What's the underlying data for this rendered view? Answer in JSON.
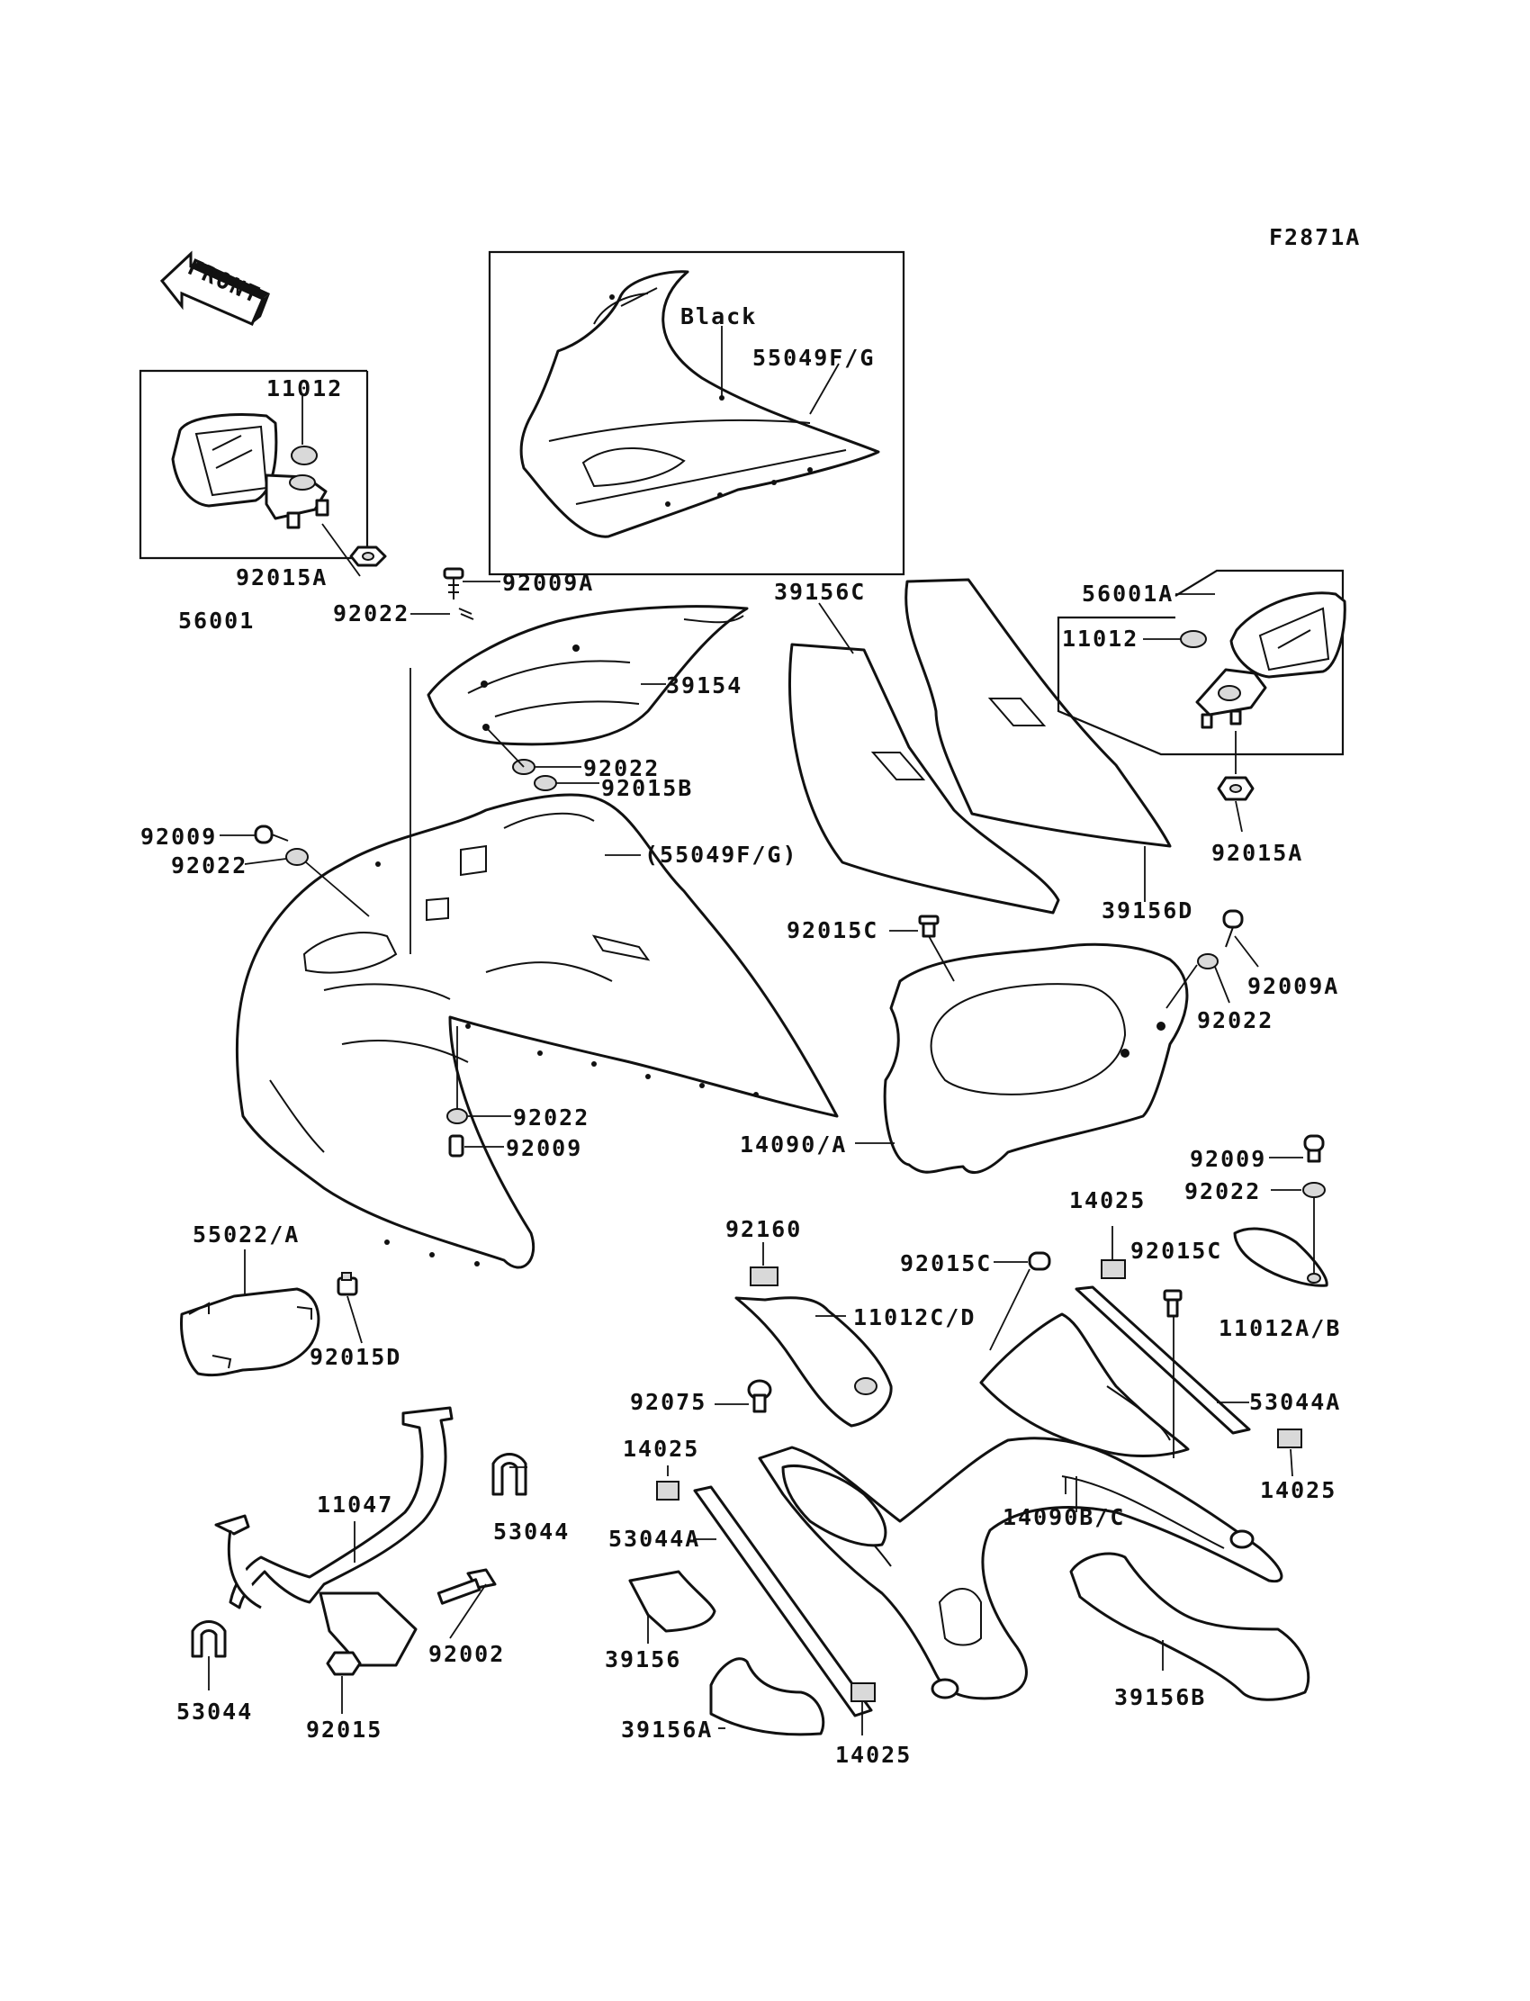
{
  "diagram_code": "F2871A",
  "front_label": "FRONT",
  "color_note": "Black",
  "labels": {
    "l_11012_left": "11012",
    "l_92015A_left": "92015A",
    "l_56001": "56001",
    "l_55049FG_box": "55049F/G",
    "l_92009A_top": "92009A",
    "l_92022_top": "92022",
    "l_39154": "39154",
    "l_92022_mid": "92022",
    "l_92015B": "92015B",
    "l_92009_left": "92009",
    "l_92022_left": "92022",
    "l_55049FG_paren": "(55049F/G)",
    "l_92022_low": "92022",
    "l_92009_low": "92009",
    "l_39156C": "39156C",
    "l_39156D": "39156D",
    "l_56001A": "56001A",
    "l_11012_right": "11012",
    "l_92015A_right": "92015A",
    "l_92015C_top": "92015C",
    "l_92009A_right": "92009A",
    "l_92022_right": "92022",
    "l_14090A": "14090/A",
    "l_55022A": "55022/A",
    "l_92015D": "92015D",
    "l_92160": "92160",
    "l_11012CD": "11012C/D",
    "l_92015C_mid": "92015C",
    "l_92075": "92075",
    "l_14025_a": "14025",
    "l_53044A_left": "53044A",
    "l_39156": "39156",
    "l_39156A": "39156A",
    "l_14025_b": "14025",
    "l_11047": "11047",
    "l_53044_top": "53044",
    "l_53044_bottom": "53044",
    "l_92002": "92002",
    "l_92015": "92015",
    "l_92009_right": "92009",
    "l_92022_far_right": "92022",
    "l_14025_c": "14025",
    "l_92015C_right": "92015C",
    "l_11012AB": "11012A/B",
    "l_53044A_right": "53044A",
    "l_14025_d": "14025",
    "l_14090BC": "14090B/C",
    "l_39156B": "39156B"
  }
}
